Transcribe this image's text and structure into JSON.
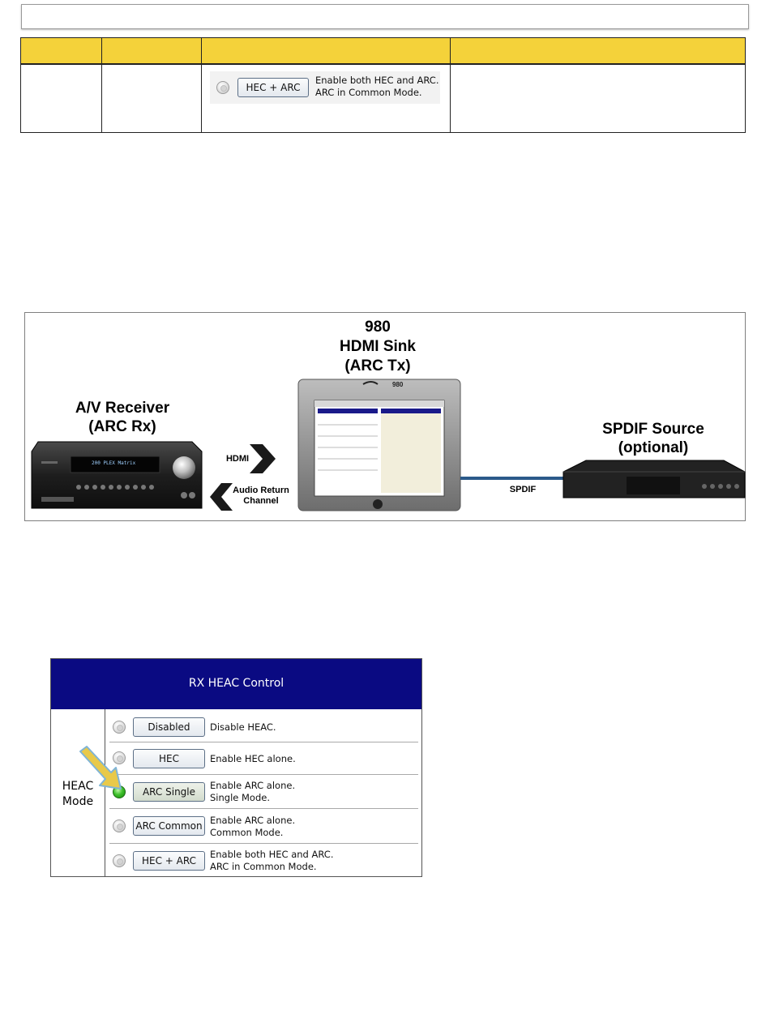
{
  "top_table": {
    "row": {
      "button_label": "HEC + ARC",
      "description_line1": "Enable both HEC and ARC.",
      "description_line2": "ARC in Common Mode."
    }
  },
  "diagram": {
    "sink_model": "980",
    "sink_name": "HDMI Sink",
    "sink_role": "(ARC Tx)",
    "receiver_name": "A/V Receiver",
    "receiver_role": "(ARC Rx)",
    "source_name": "SPDIF Source",
    "source_note": "(optional)",
    "hdmi_label": "HDMI",
    "arc_label_line1": "Audio Return",
    "arc_label_line2": "Channel",
    "spdif_label": "SPDIF",
    "receiver_display_text": "200 PLEX Matrix",
    "device_badge": "980"
  },
  "heac_panel": {
    "title": "RX HEAC Control",
    "side_label_line1": "HEAC",
    "side_label_line2": "Mode",
    "options": [
      {
        "label": "Disabled",
        "desc1": "Disable HEAC.",
        "desc2": "",
        "selected": false
      },
      {
        "label": "HEC",
        "desc1": "Enable HEC alone.",
        "desc2": "",
        "selected": false
      },
      {
        "label": "ARC Single",
        "desc1": "Enable ARC alone.",
        "desc2": "Single Mode.",
        "selected": true
      },
      {
        "label": "ARC Common",
        "desc1": "Enable ARC alone.",
        "desc2": "Common Mode.",
        "selected": false
      },
      {
        "label": "HEC + ARC",
        "desc1": "Enable both HEC and ARC.",
        "desc2": "ARC in Common Mode.",
        "selected": false
      }
    ],
    "colors": {
      "header": "#0a0a82",
      "selected_radio": "#3fc12b",
      "pointer_arrow": "#e8c94a"
    }
  }
}
